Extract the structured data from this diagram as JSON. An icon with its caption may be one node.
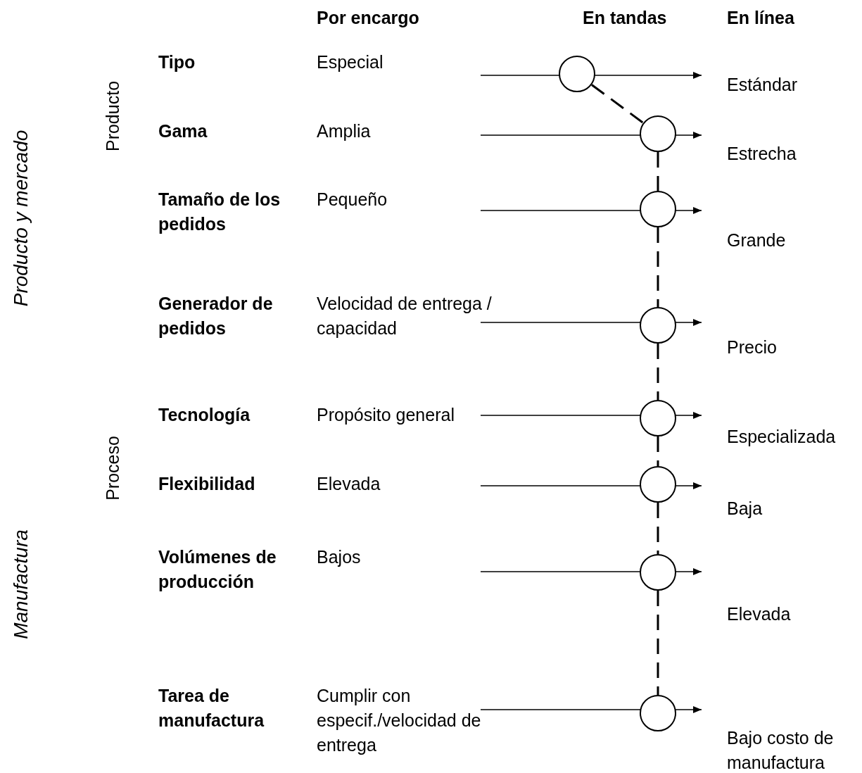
{
  "diagram": {
    "nodes": [
      {
        "text": [],
        "shape": "circle"
      },
      {
        "text": [],
        "shape": "circle"
      },
      {
        "text": [],
        "shape": "circle"
      },
      {
        "text": [],
        "shape": "circle"
      },
      {
        "text": [],
        "shape": "circle"
      },
      {
        "text": [],
        "shape": "circle"
      },
      {
        "text": [],
        "shape": "circle"
      },
      {
        "text": [],
        "shape": "circle"
      }
    ],
    "edges": [
      {
        "from": 0,
        "to": 1,
        "arrow": "none",
        "style": "dashed"
      },
      {
        "from": 1,
        "to": 2,
        "arrow": "none",
        "style": "dashed"
      },
      {
        "from": 2,
        "to": 3,
        "arrow": "none",
        "style": "dashed"
      },
      {
        "from": 3,
        "to": 4,
        "arrow": "none",
        "style": "dashed"
      },
      {
        "from": 4,
        "to": 5,
        "arrow": "none",
        "style": "dashed"
      },
      {
        "from": 5,
        "to": 6,
        "arrow": "none",
        "style": "dashed"
      },
      {
        "from": 6,
        "to": 7,
        "arrow": "none",
        "style": "dashed"
      }
    ],
    "labels": [
      "Por encargo",
      "En tandas",
      "En línea",
      "Producto y mercado",
      "Manufactura",
      "Producto",
      "Proceso",
      "Tipo",
      "Especial",
      "Estándar",
      "Gama",
      "Amplia",
      "Estrecha",
      "Tamaño de los pedidos",
      "Pequeño",
      "Grande",
      "Generador de pedidos",
      "Velocidad de entrega / capacidad",
      "Precio",
      "Tecnología",
      "Propósito general",
      "Especializada",
      "Flexibilidad",
      "Elevada",
      "Baja",
      "Volúmenes de producción",
      "Bajos",
      "Elevada",
      "Tarea de manufactura",
      "Cumplir con especif./velocidad de entrega",
      "Bajo costo de manufactura"
    ]
  }
}
